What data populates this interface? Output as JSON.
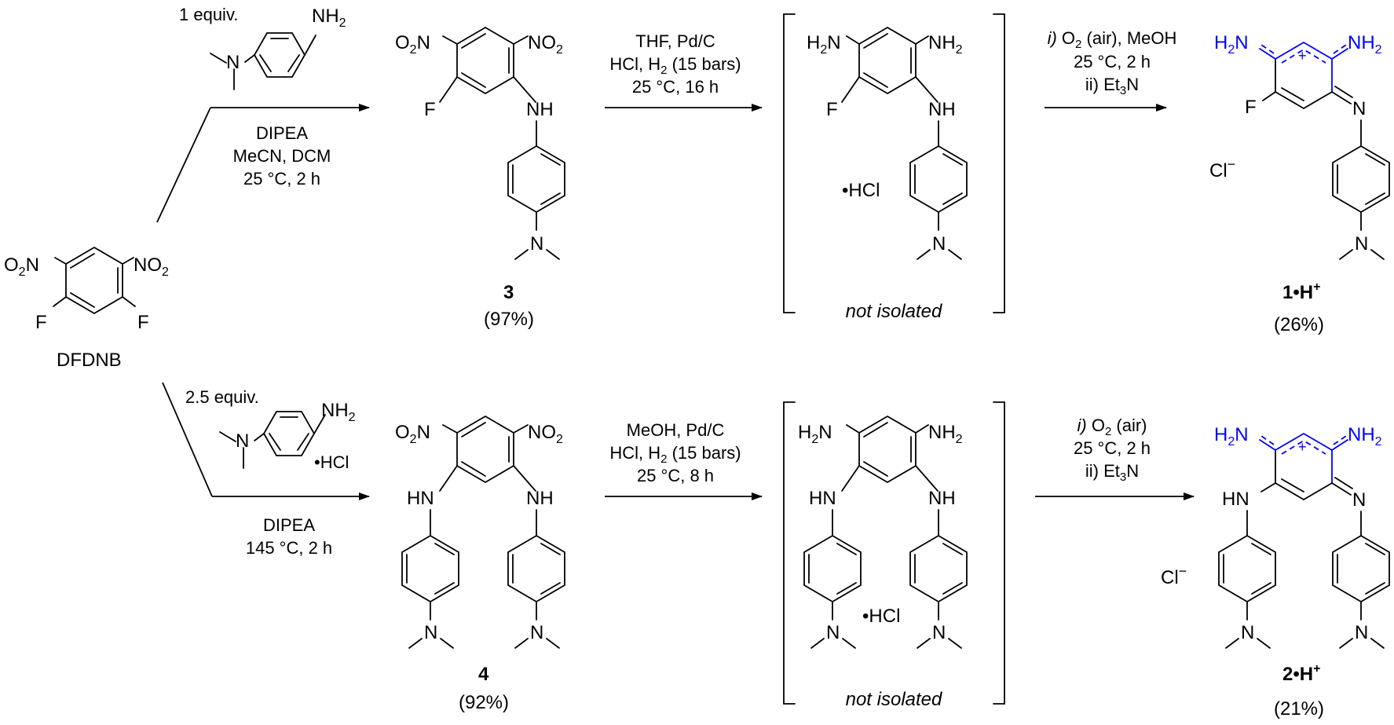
{
  "scheme": {
    "start": {
      "label": "DFDNB",
      "groups": [
        "O2N",
        "NO2",
        "F",
        "F"
      ]
    },
    "top_reagent": {
      "amount": "1 equiv.",
      "groups": [
        "NH2"
      ]
    },
    "top_conditions": [
      "DIPEA",
      "MeCN, DCM",
      "25 °C, 2 h"
    ],
    "compound3": {
      "number": "3",
      "yield": "(97%)",
      "groups": [
        "O2N",
        "NO2",
        "F",
        "NH"
      ]
    },
    "step2_top": [
      "THF, Pd/C",
      "HCl, H2 (15 bars)",
      "25 °C, 16 h"
    ],
    "intermediate_top": {
      "note": "not isolated",
      "salt": "•HCl",
      "groups": [
        "H2N",
        "NH2",
        "F",
        "NH"
      ]
    },
    "step3_top": [
      "i) O2 (air), MeOH",
      "25 °C, 2 h",
      "ii) Et3N"
    ],
    "product1": {
      "number": "1•H",
      "charge": "+",
      "yield": "(26%)",
      "counterion": "Cl",
      "groups": [
        "H2N",
        "NH2",
        "F",
        "N"
      ]
    },
    "bottom_reagent": {
      "amount": "2.5 equiv.",
      "salt": "•HCl",
      "groups": [
        "NH2"
      ]
    },
    "bottom_conditions": [
      "DIPEA",
      "145 °C, 2 h"
    ],
    "compound4": {
      "number": "4",
      "yield": "(92%)",
      "groups": [
        "O2N",
        "NO2",
        "HN",
        "NH"
      ]
    },
    "step2_bottom": [
      "MeOH, Pd/C",
      "HCl, H2 (15 bars)",
      "25 °C, 8 h"
    ],
    "intermediate_bottom": {
      "note": "not isolated",
      "salt": "•HCl",
      "groups": [
        "H2N",
        "NH2",
        "HN",
        "NH"
      ]
    },
    "step3_bottom": [
      "i) O2 (air)",
      "25 °C, 2 h",
      "ii) Et3N"
    ],
    "product2": {
      "number": "2•H",
      "charge": "+",
      "yield": "(21%)",
      "counterion": "Cl",
      "groups": [
        "H2N",
        "NH2",
        "HN",
        "N"
      ]
    }
  }
}
